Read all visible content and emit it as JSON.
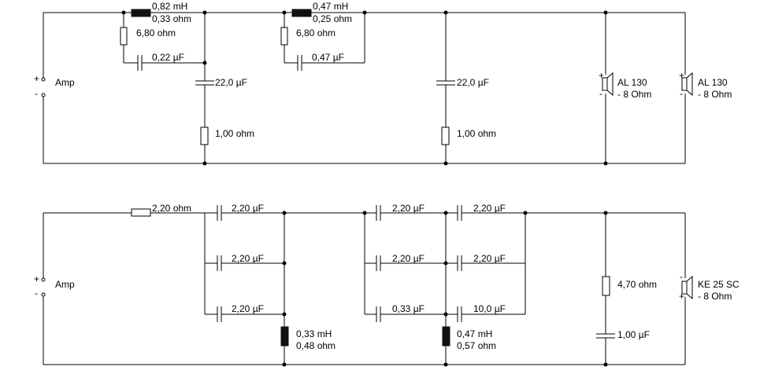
{
  "top_circuit": {
    "source": {
      "label": "Amp",
      "plus": "+",
      "minus": "-"
    },
    "inductor_1": {
      "value": "0,82 mH",
      "resistance": "0,33 ohm"
    },
    "zobel_1": {
      "resistor": "6,80 ohm",
      "capacitor": "0,22 µF"
    },
    "shunt_1": {
      "capacitor": "22,0 µF",
      "resistor": "1,00 ohm"
    },
    "inductor_2": {
      "value": "0,47 mH",
      "resistance": "0,25 ohm"
    },
    "zobel_2": {
      "resistor": "6,80 ohm",
      "capacitor": "0,47 µF"
    },
    "shunt_2": {
      "capacitor": "22,0 µF",
      "resistor": "1,00 ohm"
    },
    "speaker_1": {
      "name": "AL 130",
      "impedance": "- 8 Ohm",
      "plus": "+",
      "minus": "-"
    },
    "speaker_2": {
      "name": "AL 130",
      "impedance": "- 8 Ohm",
      "plus": "+",
      "minus": "-"
    }
  },
  "bottom_circuit": {
    "source": {
      "label": "Amp",
      "plus": "+",
      "minus": "-"
    },
    "series_resistor": "2,20 ohm",
    "cap_bank_1": [
      "2,20 µF",
      "2,20 µF",
      "2,20 µF"
    ],
    "shunt_inductor_1": {
      "value": "0,33 mH",
      "resistance": "0,48 ohm"
    },
    "cap_bank_2_left": [
      "2,20 µF",
      "2,20 µF",
      "0,33 µF"
    ],
    "cap_bank_2_right": [
      "2,20 µF",
      "2,20 µF",
      "10,0 µF"
    ],
    "shunt_inductor_2": {
      "value": "0,47 mH",
      "resistance": "0,57 ohm"
    },
    "shunt_rc": {
      "resistor": "4,70 ohm",
      "capacitor": "1,00 µF"
    },
    "speaker": {
      "name": "KE 25 SC",
      "impedance": "- 8 Ohm",
      "plus": "+",
      "minus": "-"
    }
  }
}
